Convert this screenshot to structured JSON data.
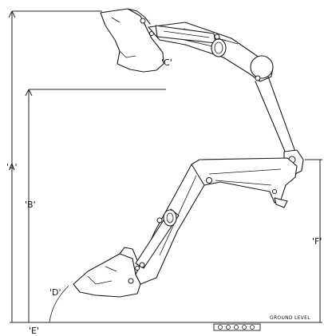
{
  "diagram": {
    "labels": {
      "A": "'A'",
      "B": "'B'",
      "C": "'C'",
      "D": "'D'",
      "E": "'E'",
      "F": "'F'"
    },
    "ground_level": "GROUND LEVEL"
  }
}
